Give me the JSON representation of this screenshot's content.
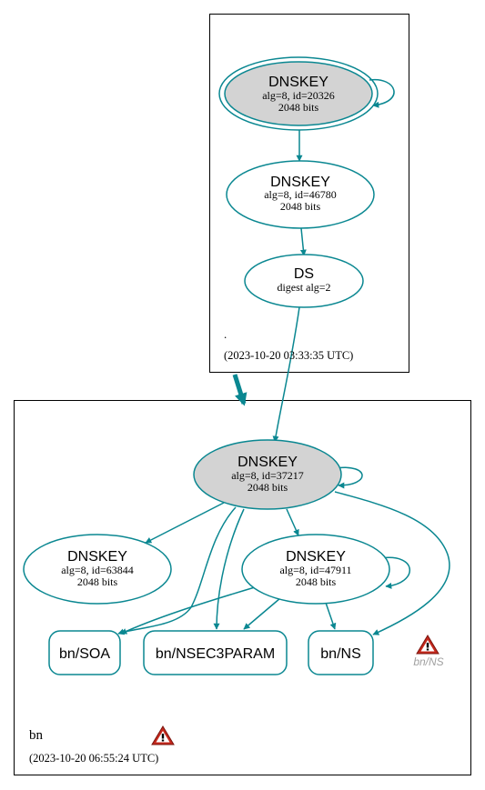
{
  "colors": {
    "edge": "#0a8791",
    "node_stroke": "#0a8791",
    "ksk_fill": "#d3d3d3",
    "zone_border": "#000000",
    "warning_red": "#c4281c",
    "warning_label": "#a0a0a0"
  },
  "root_zone": {
    "name": ".",
    "timestamp": "(2023-10-20 03:33:35 UTC)",
    "ksk": {
      "title": "DNSKEY",
      "line1": "alg=8, id=20326",
      "line2": "2048 bits"
    },
    "zsk": {
      "title": "DNSKEY",
      "line1": "alg=8, id=46780",
      "line2": "2048 bits"
    },
    "ds": {
      "title": "DS",
      "line1": "digest alg=2"
    }
  },
  "bn_zone": {
    "name": "bn",
    "timestamp": "(2023-10-20 06:55:24 UTC)",
    "ksk": {
      "title": "DNSKEY",
      "line1": "alg=8, id=37217",
      "line2": "2048 bits"
    },
    "key_63844": {
      "title": "DNSKEY",
      "line1": "alg=8, id=63844",
      "line2": "2048 bits"
    },
    "key_47911": {
      "title": "DNSKEY",
      "line1": "alg=8, id=47911",
      "line2": "2048 bits"
    },
    "rrsets": {
      "soa": "bn/SOA",
      "nsec3param": "bn/NSEC3PARAM",
      "ns": "bn/NS"
    },
    "ns_warning_label": "bn/NS",
    "zone_warning_icon": "warning-triangle",
    "ns_warning_icon": "warning-triangle"
  }
}
